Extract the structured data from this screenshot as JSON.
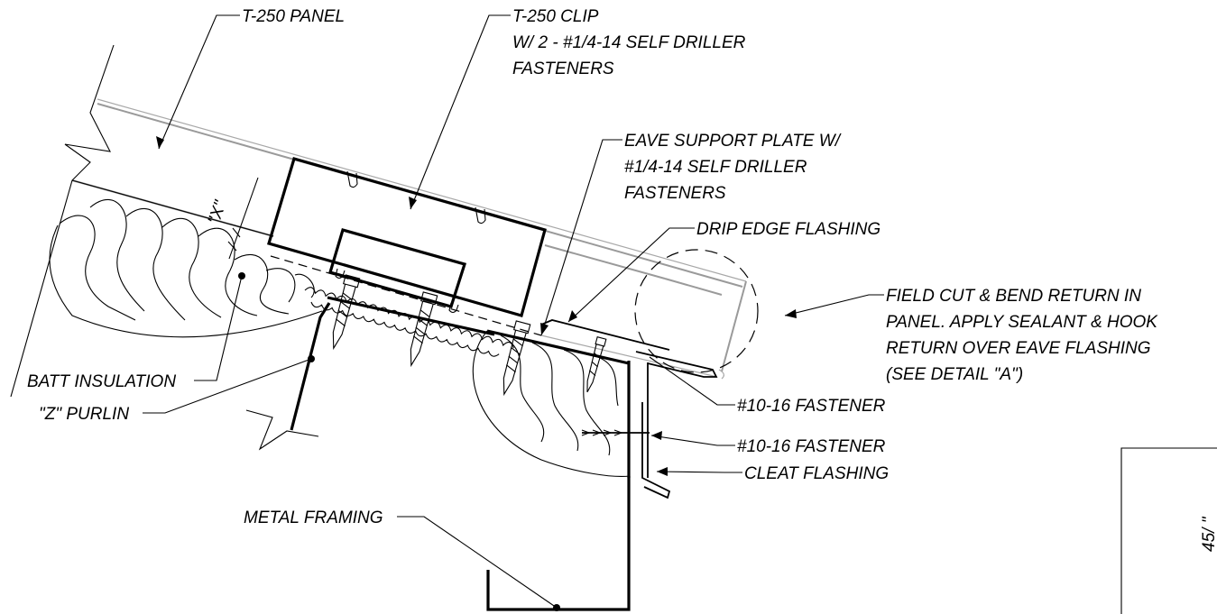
{
  "labels": {
    "panel": "T-250 PANEL",
    "clip_line1": "T-250 CLIP",
    "clip_line2": "W/ 2 - #1/4-14 SELF DRILLER",
    "clip_line3": "FASTENERS",
    "eave_line1": "EAVE SUPPORT PLATE W/",
    "eave_line2": "#1/4-14 SELF DRILLER",
    "eave_line3": "FASTENERS",
    "drip_edge": "DRIP EDGE FLASHING",
    "field_line1": "FIELD CUT & BEND RETURN IN",
    "field_line2": "PANEL.  APPLY SEALANT & HOOK",
    "field_line3": "RETURN OVER EAVE FLASHING",
    "field_line4": "(SEE DETAIL \"A\")",
    "fastener_1": "#10-16 FASTENER",
    "fastener_2": "#10-16 FASTENER",
    "cleat": "CLEAT FLASHING",
    "batt": "BATT INSULATION",
    "purlin": "\"Z\" PURLIN",
    "framing": "METAL FRAMING",
    "dimension_x": "\"X\"",
    "corner_partial": "45/ \""
  }
}
